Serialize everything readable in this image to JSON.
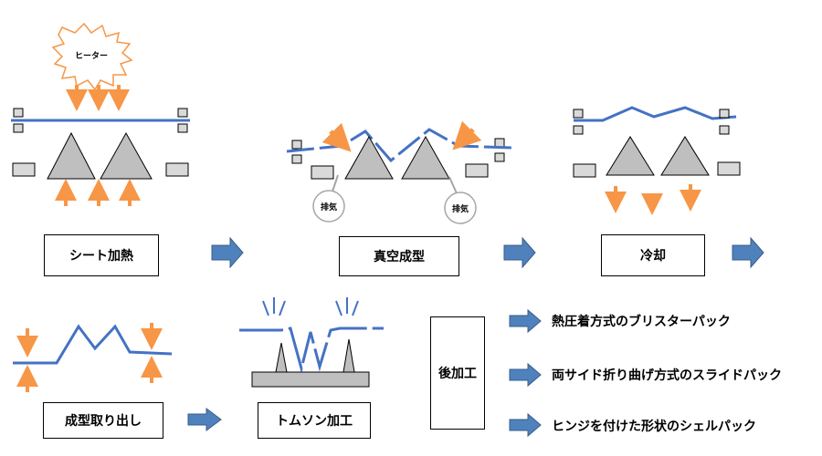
{
  "colors": {
    "sheet": "#4472C4",
    "heat_arrow": "#F79646",
    "arrow_fill": "#4F81BD",
    "arrow_stroke": "#385D8A",
    "mold": "#BFBFBF",
    "vent_circle": "#A6A6A6"
  },
  "heater": {
    "label": "ヒーター"
  },
  "vent": {
    "label": "排気"
  },
  "steps": {
    "heating": "シート加熱",
    "vacuum": "真空成型",
    "cooling": "冷却",
    "removal": "成型取り出し",
    "trimming": "トムソン加工",
    "post": "後加工"
  },
  "post_processing": [
    "熱圧着方式のブリスターパック",
    "両サイド折り曲げ方式のスライドパック",
    "ヒンジを付けた形状のシェルパック"
  ]
}
